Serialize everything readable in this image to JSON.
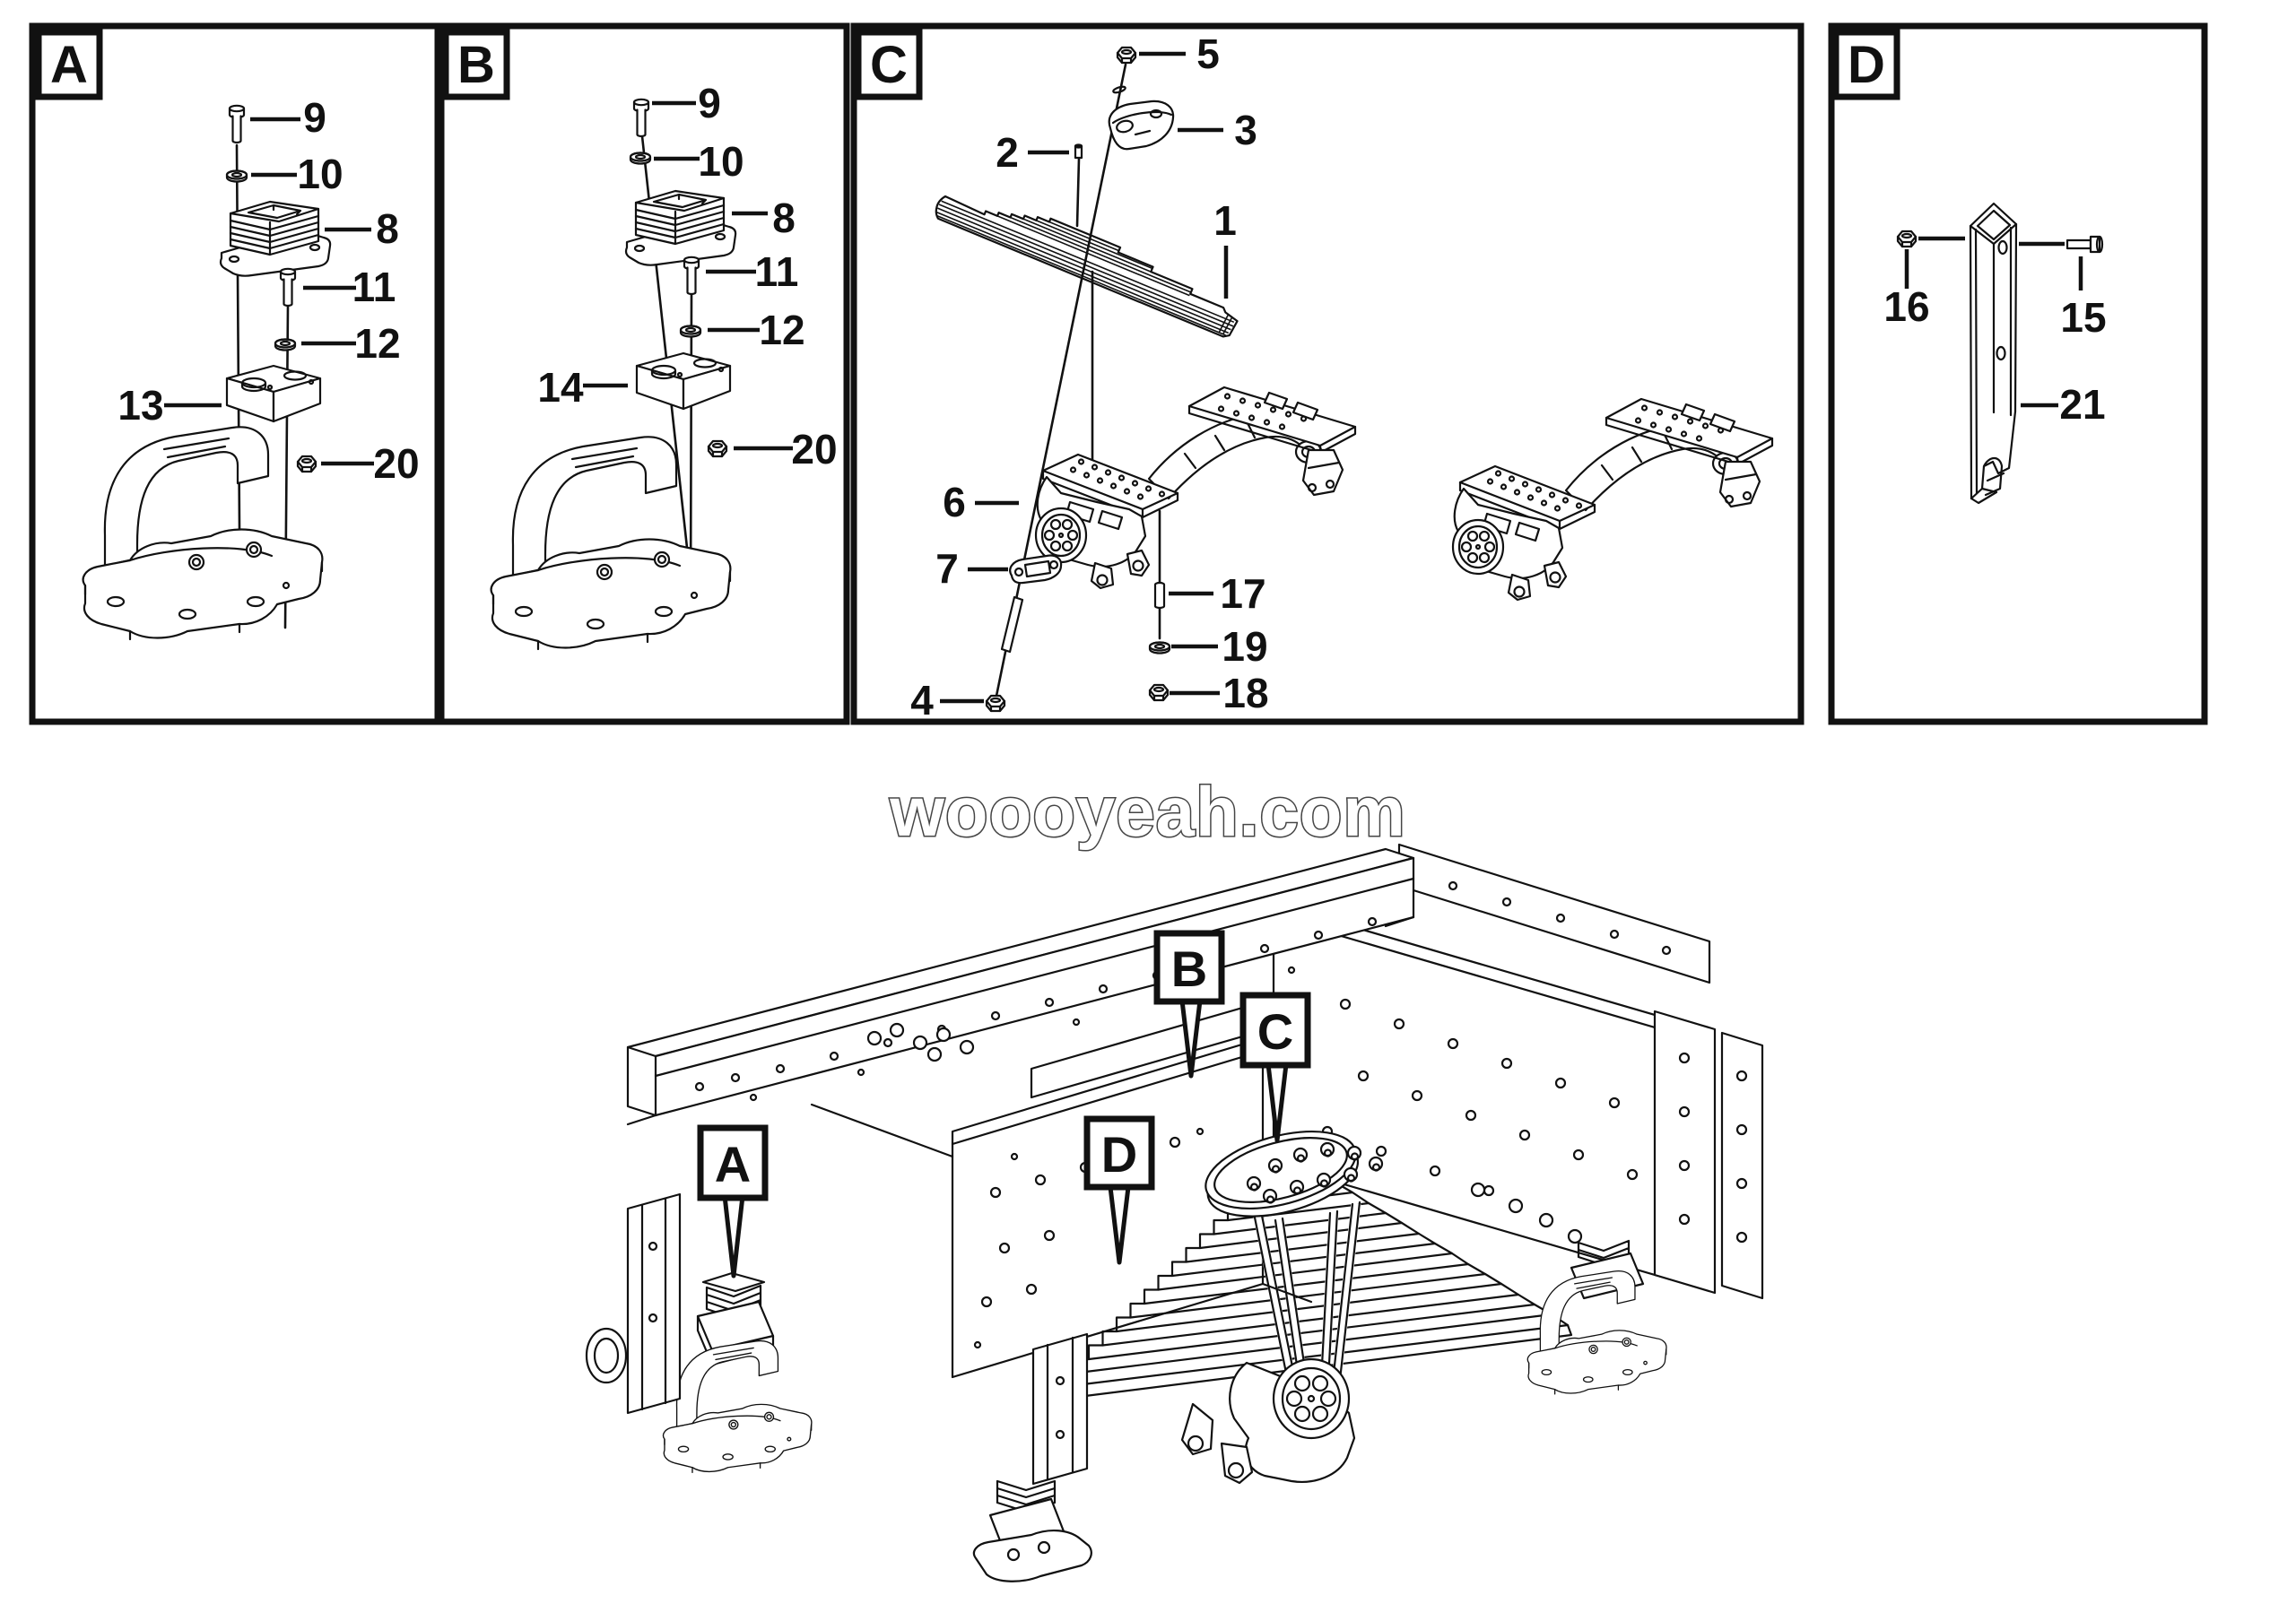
{
  "watermark": {
    "text": "woooyeah.com"
  },
  "colors": {
    "line": "#111111",
    "background": "#ffffff"
  },
  "panels": {
    "a": {
      "letter": "A",
      "parts": {
        "p8": "8",
        "p9": "9",
        "p10": "10",
        "p11": "11",
        "p12": "12",
        "p13": "13",
        "p20": "20"
      }
    },
    "b": {
      "letter": "B",
      "parts": {
        "p8": "8",
        "p9": "9",
        "p10": "10",
        "p11": "11",
        "p12": "12",
        "p14": "14",
        "p20": "20"
      }
    },
    "c": {
      "letter": "C",
      "parts": {
        "p1": "1",
        "p2": "2",
        "p3": "3",
        "p4": "4",
        "p5": "5",
        "p6": "6",
        "p7": "7",
        "p17": "17",
        "p18": "18",
        "p19": "19"
      }
    },
    "d": {
      "letter": "D",
      "parts": {
        "p15": "15",
        "p16": "16",
        "p21": "21"
      }
    }
  },
  "overview": {
    "callouts": {
      "a": "A",
      "b": "B",
      "c": "C",
      "d": "D"
    }
  }
}
